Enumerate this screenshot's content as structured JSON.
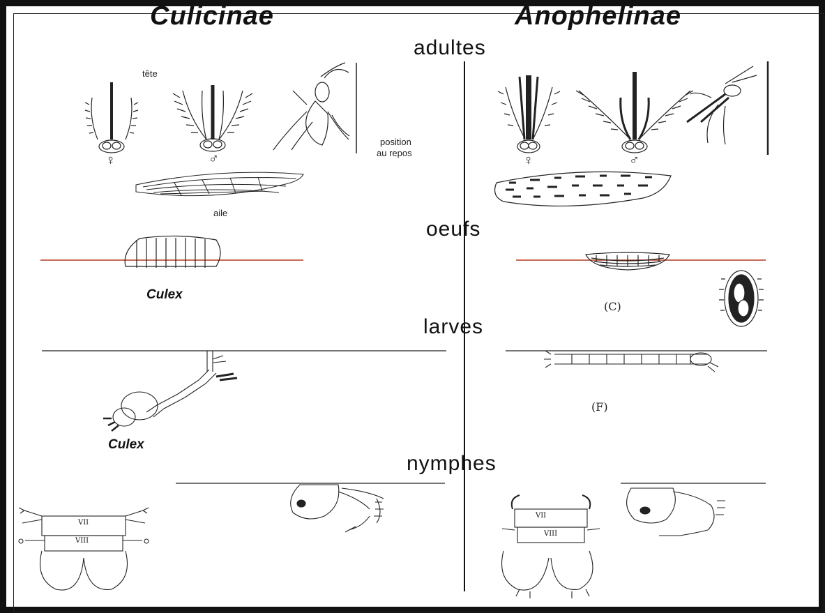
{
  "columns": {
    "left_title": "Culicinae",
    "right_title": "Anophelinae"
  },
  "stages": {
    "adults": "adultes",
    "eggs": "oeufs",
    "larvae": "larves",
    "pupae": "nymphes"
  },
  "labels": {
    "head": "tête",
    "rest_position": "position\nau repos",
    "rest_position_line1": "position",
    "rest_position_line2": "au repos",
    "wing": "aile",
    "female_symbol": "♀",
    "male_symbol": "♂",
    "culex_eggs": "Culex",
    "culex_larva": "Culex",
    "anopheles_egg_ref": "(C)",
    "anopheles_larva_ref": "(F)",
    "segment_vii_left": "VII",
    "segment_viii_left": "VIII",
    "segment_vii_right": "VII",
    "segment_viii_right": "VIII"
  }
}
